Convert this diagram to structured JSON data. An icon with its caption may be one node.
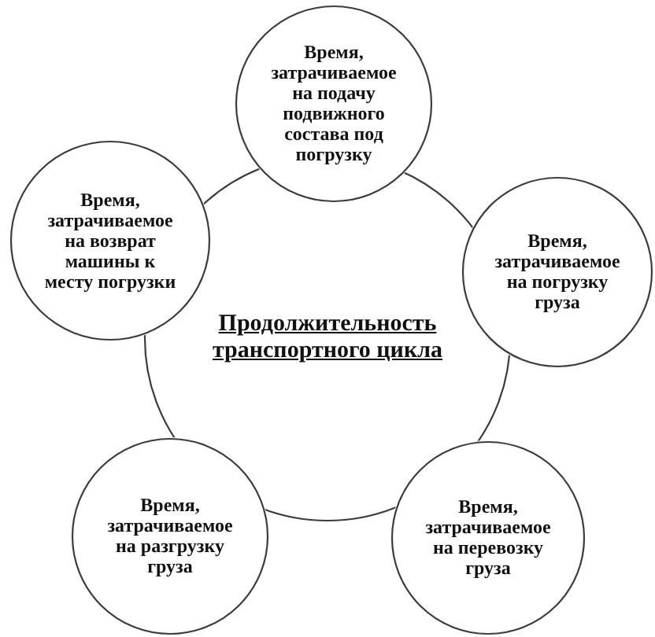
{
  "diagram": {
    "nodes": [
      {
        "text": [
          "Продолжительность транспортного цикла"
        ]
      },
      {
        "text": [
          "Время, затрачиваемое на подачу подвижного состава под погрузку"
        ]
      },
      {
        "text": [
          "Время, затрачиваемое на погрузку груза"
        ]
      },
      {
        "text": [
          "Время, затрачиваемое на перевозку груза"
        ]
      },
      {
        "text": [
          "Время, затрачиваемое на разгрузку груза"
        ]
      },
      {
        "text": [
          "Время, затрачиваемое на возврат машины к месту погрузки"
        ]
      }
    ]
  }
}
